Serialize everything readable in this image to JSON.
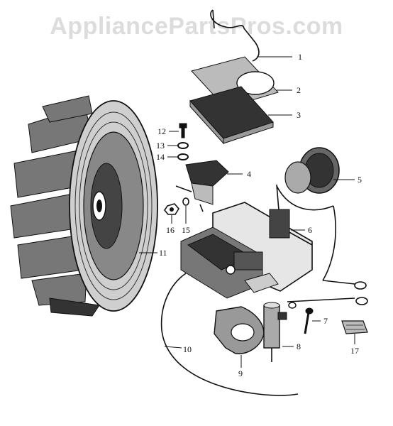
{
  "watermark": "AppliancePartsPros.com",
  "callouts": [
    {
      "id": "1",
      "label": "1"
    },
    {
      "id": "2",
      "label": "2"
    },
    {
      "id": "3",
      "label": "3"
    },
    {
      "id": "4",
      "label": "4"
    },
    {
      "id": "5",
      "label": "5"
    },
    {
      "id": "6",
      "label": "6"
    },
    {
      "id": "7",
      "label": "7"
    },
    {
      "id": "8",
      "label": "8"
    },
    {
      "id": "9",
      "label": "9"
    },
    {
      "id": "10",
      "label": "10"
    },
    {
      "id": "11",
      "label": "11"
    },
    {
      "id": "12",
      "label": "12"
    },
    {
      "id": "13",
      "label": "13"
    },
    {
      "id": "14",
      "label": "14"
    },
    {
      "id": "15",
      "label": "15"
    },
    {
      "id": "16",
      "label": "16"
    },
    {
      "id": "17",
      "label": "17"
    }
  ]
}
